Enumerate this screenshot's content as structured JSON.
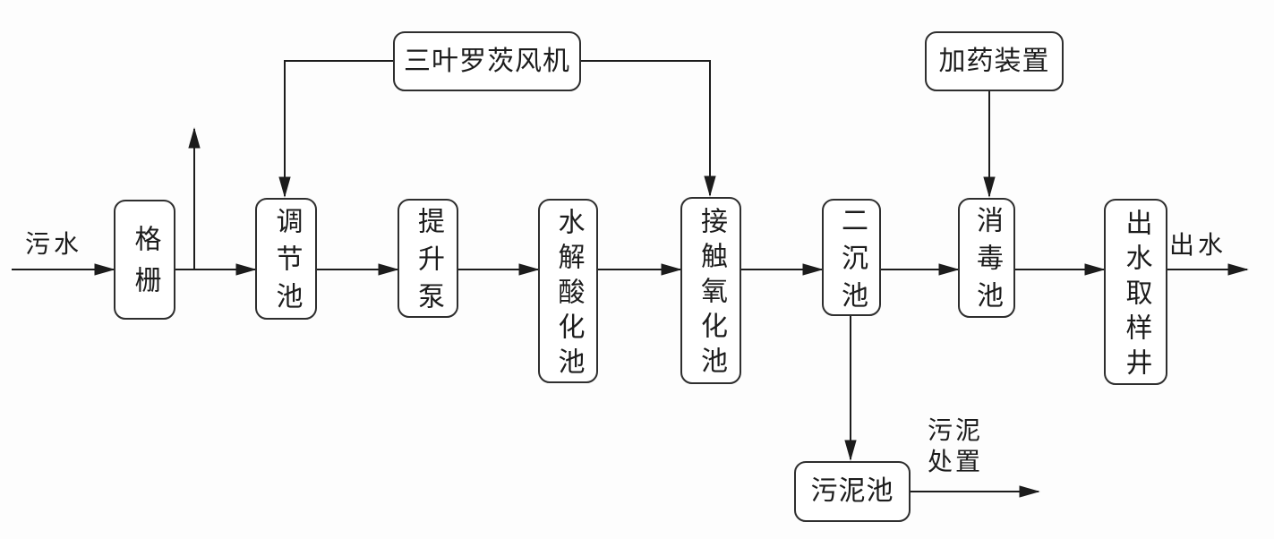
{
  "diagram": {
    "nodes": {
      "bar_screen": "格栅",
      "regulating_tank": "调节池",
      "lift_pump": "提升泵",
      "hydrolysis_acidification_tank": "水解酸化池",
      "contact_oxidation_tank": "接触氧化池",
      "secondary_sedimentation_tank": "二沉池",
      "disinfection_tank": "消毒池",
      "effluent_sampling_well": "出水取样井",
      "roots_blower": "三叶罗茨风机",
      "dosing_device": "加药装置",
      "sludge_tank": "污泥池"
    },
    "flow_labels": {
      "influent": "污水",
      "effluent": "出水",
      "sludge_disposal_line1": "污泥",
      "sludge_disposal_line2": "处置"
    },
    "colors": {
      "line": "#1c1c1c",
      "box_border": "#2e2e2e",
      "box_fill": "#ffffff",
      "background": "#fdfdfd",
      "text": "#1c1c1c"
    }
  }
}
